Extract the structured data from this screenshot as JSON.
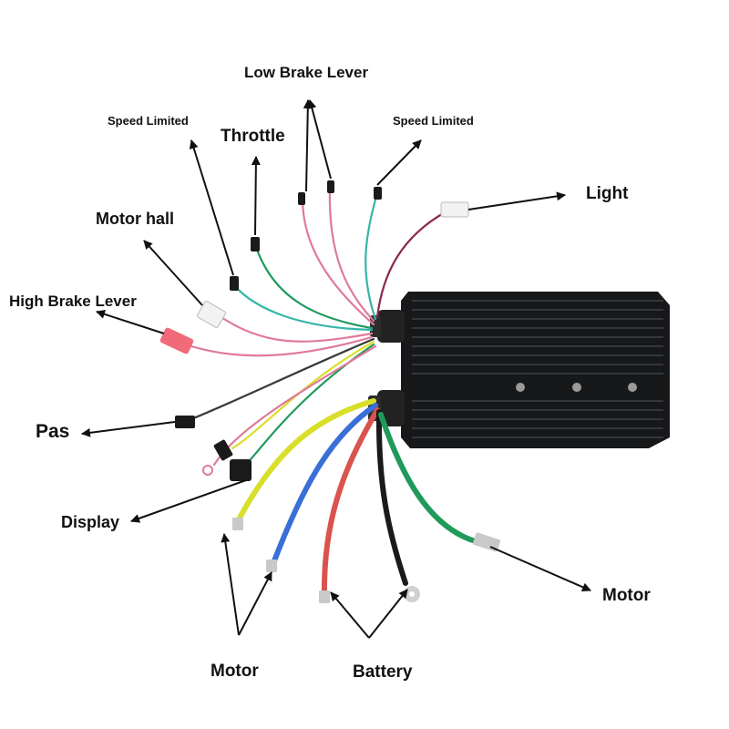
{
  "labels": {
    "low_brake_lever": "Low Brake Lever",
    "speed_limited_left": "Speed Limited",
    "throttle": "Throttle",
    "speed_limited_right": "Speed Limited",
    "light": "Light",
    "motor_hall": "Motor hall",
    "high_brake_lever": "High Brake Lever",
    "pas": "Pas",
    "display": "Display",
    "motor_right": "Motor",
    "motor_bottom": "Motor",
    "battery": "Battery"
  },
  "colors": {
    "controller_body": "#17181a",
    "fin": "#2e3034",
    "arrow": "#111111",
    "wire_green": "#1f9a5a",
    "wire_black": "#1a1a1a",
    "wire_red": "#d9534f",
    "wire_blue": "#3a6fd8",
    "wire_yellow": "#d8df2a",
    "wire_pink": "#e07a9a",
    "wire_teal": "#34b5a8"
  }
}
